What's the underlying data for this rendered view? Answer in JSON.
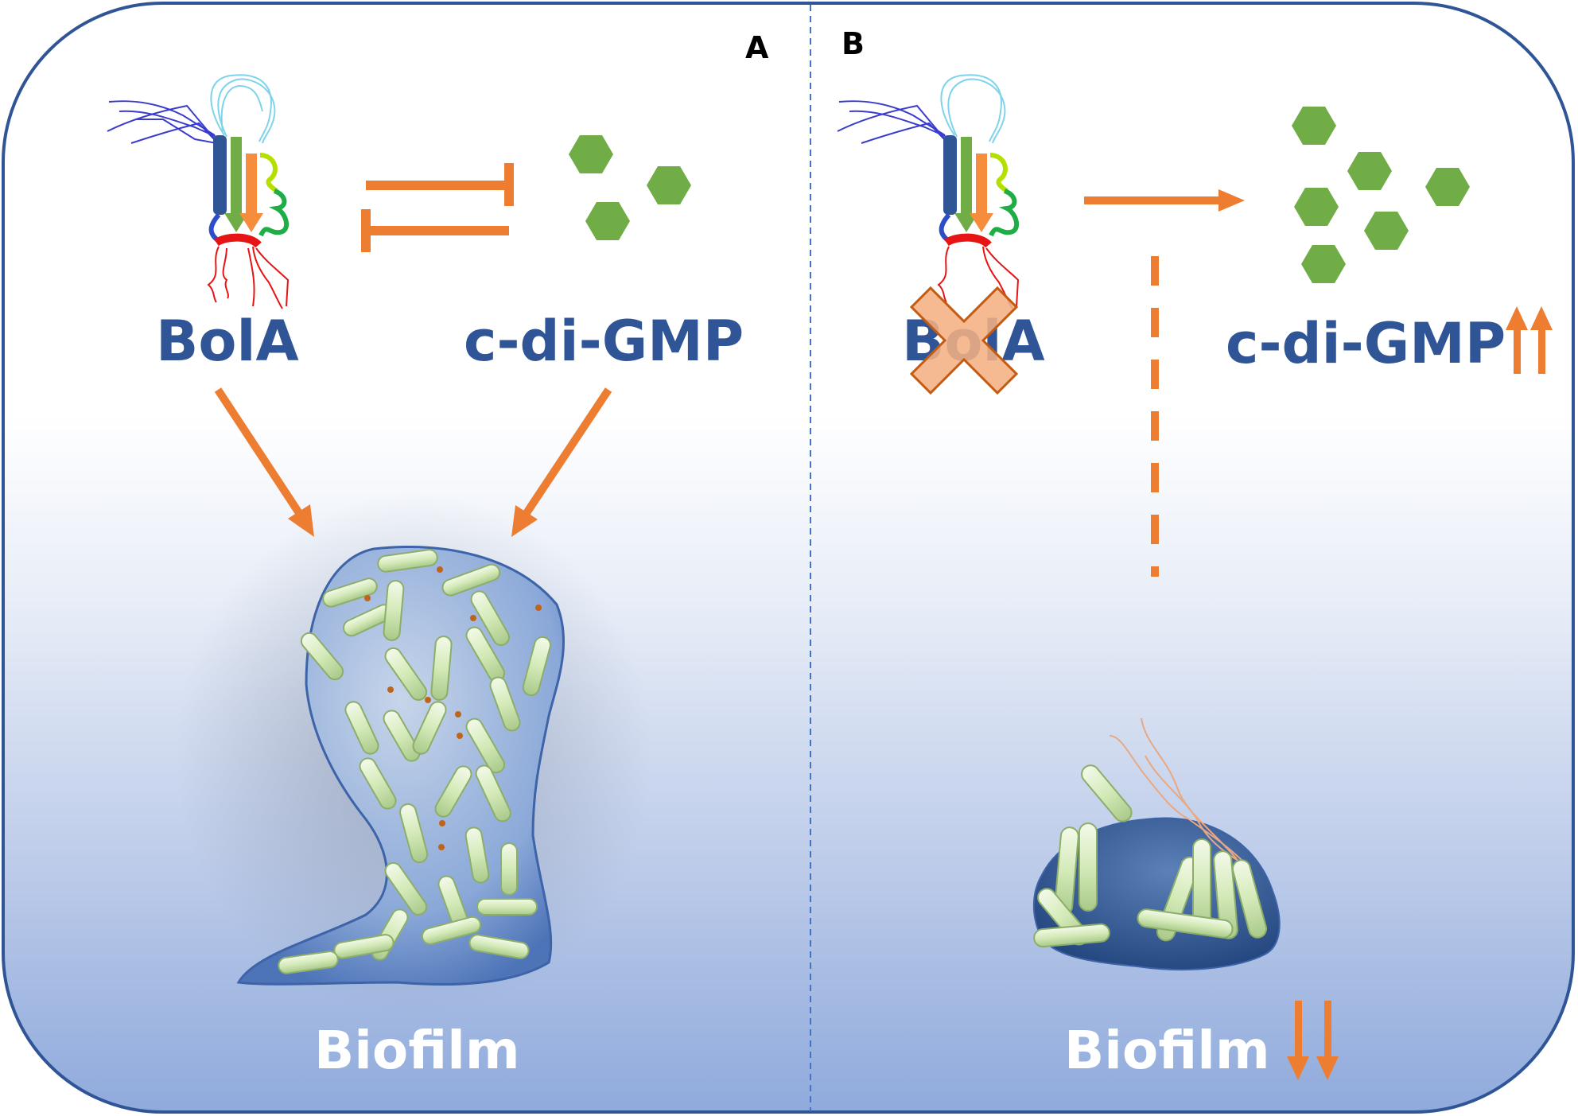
{
  "figure": {
    "colors": {
      "frame": "#2f5597",
      "label_blue": "#2f5597",
      "orange": "#ed7d31",
      "hexagon_green": "#70ad47",
      "cross_fill": "#f4b183",
      "cross_stroke": "#c55a11",
      "gradient_bottom": "#8faadc",
      "cell_green": "#e2f0d9"
    }
  },
  "panel_a": {
    "panel_label": "A",
    "protein_label": "BolA",
    "molecule_label": "c-di-GMP",
    "outcome_label": "Biofilm",
    "relation": "mutual inhibition",
    "molecule_count": 3
  },
  "panel_b": {
    "panel_label": "B",
    "protein_label": "BolA",
    "protein_status": "deleted",
    "molecule_label": "c-di-GMP",
    "molecule_change": "increased",
    "outcome_label": "Biofilm",
    "outcome_change": "decreased",
    "molecule_count": 6
  }
}
